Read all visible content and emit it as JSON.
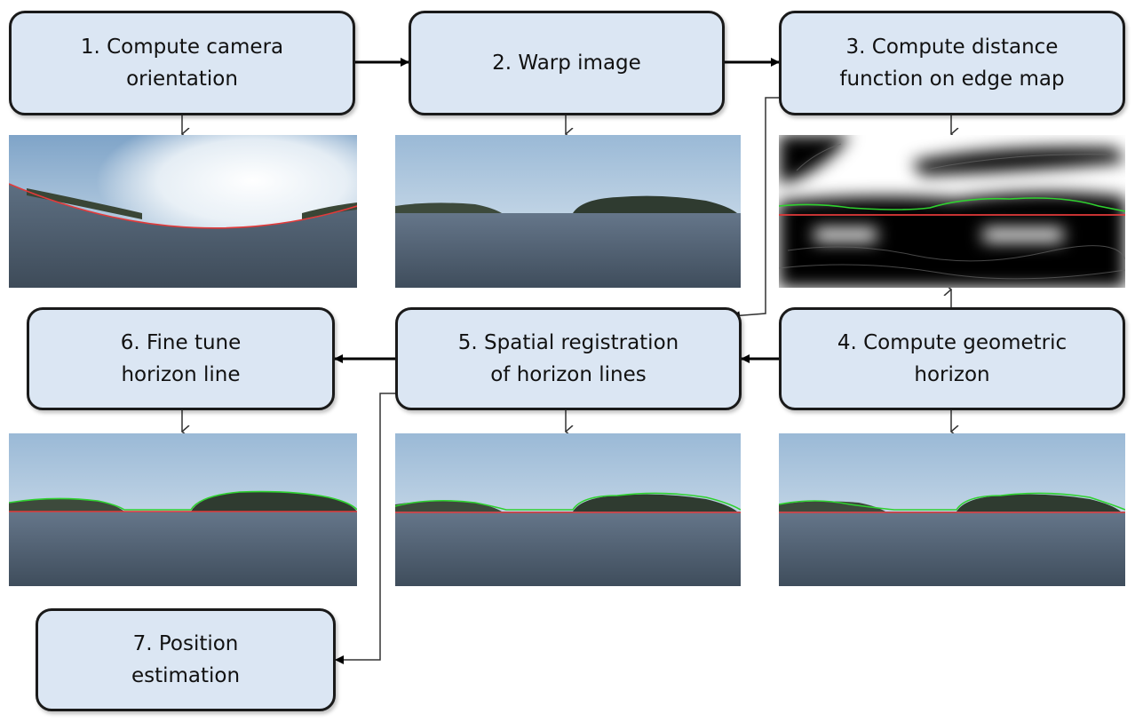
{
  "steps": [
    {
      "id": 1,
      "label": "1. Compute camera\norientation"
    },
    {
      "id": 2,
      "label": "2. Warp image"
    },
    {
      "id": 3,
      "label": "3. Compute distance\nfunction on edge map"
    },
    {
      "id": 4,
      "label": "4. Compute geometric\nhorizon"
    },
    {
      "id": 5,
      "label": "5. Spatial registration\nof horizon lines"
    },
    {
      "id": 6,
      "label": "6. Fine tune\nhorizon line"
    },
    {
      "id": 7,
      "label": "7. Position\nestimation"
    }
  ],
  "colors": {
    "box_fill": "#dbe6f3",
    "box_border": "#1a1a1a",
    "horizon_red": "#e23a3a",
    "horizon_green": "#2fd12f",
    "sky_top": "#8fb2d4",
    "sea": "#4b5a6b"
  }
}
